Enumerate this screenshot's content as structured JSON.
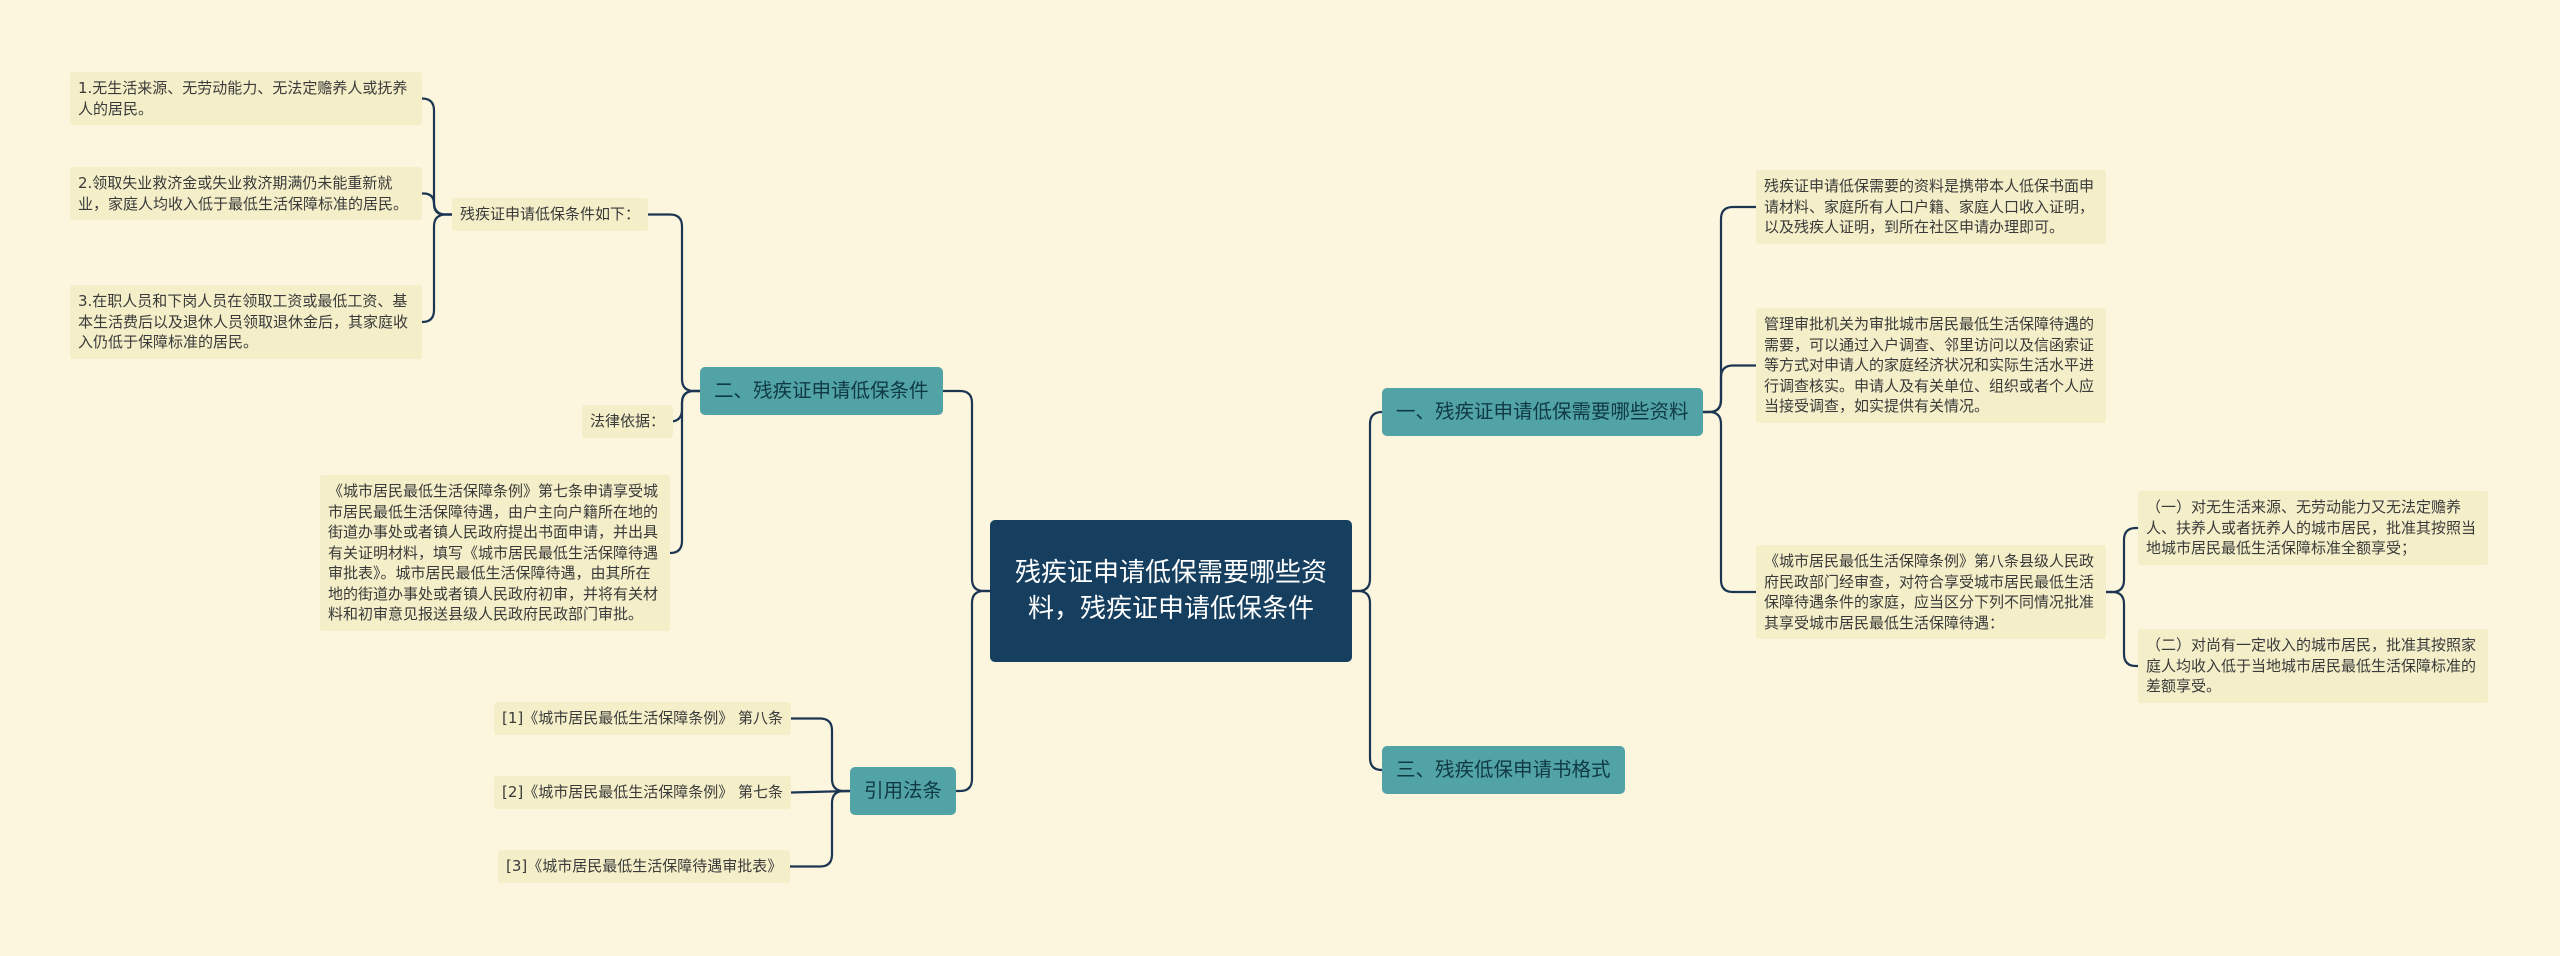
{
  "root": {
    "text": "残疾证申请低保需要哪些资料，残疾证申请低保条件"
  },
  "branches": {
    "materials": "一、残疾证申请低保需要哪些资料",
    "conditions": "二、残疾证申请低保条件",
    "format": "三、残疾低保申请书格式",
    "laws": "引用法条"
  },
  "materials": {
    "intro": "残疾证申请低保需要的资料是携带本人低保书面申请材料、家庭所有人口户籍、家庭人口收入证明，以及残疾人证明，到所在社区申请办理即可。",
    "review": "管理审批机关为审批城市居民最低生活保障待遇的需要，可以通过入户调查、邻里访问以及信函索证等方式对申请人的家庭经济状况和实际生活水平进行调查核实。申请人及有关单位、组织或者个人应当接受调查，如实提供有关情况。",
    "article8": "《城市居民最低生活保障条例》第八条县级人民政府民政部门经审查，对符合享受城市居民最低生活保障待遇条件的家庭，应当区分下列不同情况批准其享受城市居民最低生活保障待遇：",
    "case1": "（一）对无生活来源、无劳动能力又无法定赡养人、扶养人或者抚养人的城市居民，批准其按照当地城市居民最低生活保障标准全额享受；",
    "case2": "（二）对尚有一定收入的城市居民，批准其按照家庭人均收入低于当地城市居民最低生活保障标准的差额享受。"
  },
  "conditions": {
    "header": "残疾证申请低保条件如下：",
    "item1": "1.无生活来源、无劳动能力、无法定赡养人或抚养人的居民。",
    "item2": "2.领取失业救济金或失业救济期满仍未能重新就业，家庭人均收入低于最低生活保障标准的居民。",
    "item3": "3.在职人员和下岗人员在领取工资或最低工资、基本生活费后以及退休人员领取退休金后，其家庭收入仍低于保障标准的居民。",
    "legal_label": "法律依据：",
    "article7": "《城市居民最低生活保障条例》第七条申请享受城市居民最低生活保障待遇，由户主向户籍所在地的街道办事处或者镇人民政府提出书面申请，并出具有关证明材料，填写《城市居民最低生活保障待遇审批表》。城市居民最低生活保障待遇，由其所在地的街道办事处或者镇人民政府初审，并将有关材料和初审意见报送县级人民政府民政部门审批。"
  },
  "laws": {
    "ref1": "[1]《城市居民最低生活保障条例》 第八条",
    "ref2": "[2]《城市居民最低生活保障条例》 第七条",
    "ref3": "[3]《城市居民最低生活保障待遇审批表》"
  },
  "colors": {
    "background": "#fbf6dd",
    "root": "#163f5f",
    "branch": "#52a3a5",
    "leaf": "#f4efc9",
    "connector": "#1c3552"
  }
}
